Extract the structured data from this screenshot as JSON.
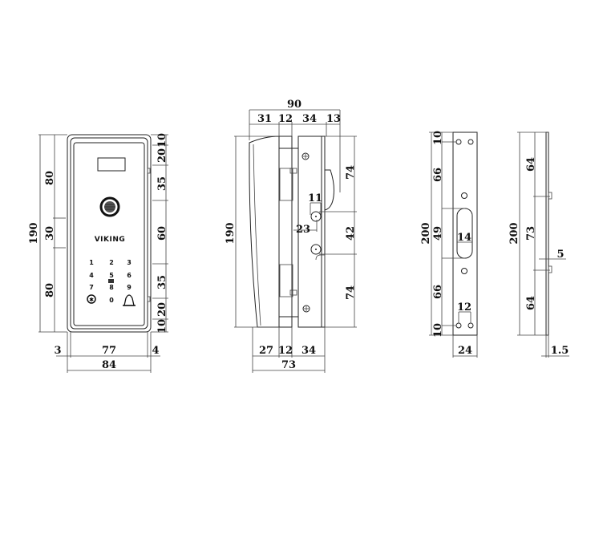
{
  "views": {
    "front": {
      "brand": "VIKING",
      "keypad": [
        "1",
        "2",
        "3",
        "4",
        "5",
        "6",
        "7",
        "8",
        "9",
        "0"
      ],
      "dims": {
        "height_total": "190",
        "left_top": "80",
        "left_mid": "30",
        "left_bottom": "80",
        "right": [
          "10",
          "20",
          "35",
          "60",
          "35",
          "20",
          "10"
        ],
        "bottom_left": "3",
        "bottom_mid": "77",
        "bottom_right": "4",
        "width_total": "84"
      }
    },
    "side": {
      "dims": {
        "top_total": "90",
        "top_parts": [
          "31",
          "12",
          "34",
          "13"
        ],
        "height_total": "190",
        "right_top": "74",
        "right_mid": "42",
        "right_bottom": "74",
        "hole_dia": "11",
        "hole_offset": "23",
        "bottom_parts": [
          "27",
          "12",
          "34"
        ],
        "bottom_total": "73"
      }
    },
    "strike_plate": {
      "dims": {
        "height_total": "200",
        "segments": [
          "10",
          "66",
          "49",
          "66",
          "10"
        ],
        "slot_width": "14",
        "hole_spacing": "12",
        "width": "24"
      }
    },
    "plate_side": {
      "dims": {
        "height_total": "200",
        "segments": [
          "64",
          "73",
          "64"
        ],
        "tab": "5",
        "thickness": "1.5"
      }
    }
  }
}
